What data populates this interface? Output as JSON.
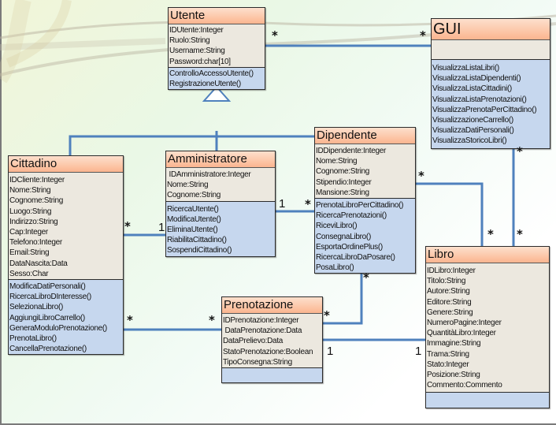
{
  "diagram": {
    "type": "UML class diagram",
    "classes": {
      "utente": {
        "name": "Utente",
        "attributes": [
          "IDUtente:Integer",
          "Ruolo:String",
          "Username:String",
          "Password:char[10]"
        ],
        "operations": [
          "ControlloAccessoUtente()",
          "RegistrazioneUtente()"
        ]
      },
      "gui": {
        "name": "GUI",
        "attributes": [],
        "operations": [
          "VisualizzaListaLibri()",
          "VisualizzaListaDipendenti()",
          "VisualizzaListaCittadini()",
          "VisualizzaListaPrenotazioni()",
          "VisualizzaPrenotaPerCittadino()",
          "VisualizzazioneCarrello()",
          "VisualizzaDatiPersonali()",
          "VisualizzaStoricoLibri()"
        ]
      },
      "cittadino": {
        "name": "Cittadino",
        "attributes": [
          "IDCliente:Integer",
          "Nome:String",
          "Cognome:String",
          "Luogo:String",
          "Indirizzo:String",
          "Cap:Integer",
          "Telefono:Integer",
          "Email:String",
          "DataNascita:Data",
          "Sesso:Char"
        ],
        "operations": [
          "ModificaDatiPersonali()",
          "RicercaLibroDInteresse()",
          "SelezionaLibro()",
          "AggiungiLibroCarrello()",
          "GeneraModuloPrenotazione()",
          "PrenotaLibro()",
          "CancellaPrenotazione()"
        ]
      },
      "amministratore": {
        "name": "Amministratore",
        "attributes": [
          " IDAmministratore:Integer",
          "Nome:String",
          "Cognome:String"
        ],
        "operations": [
          "RicercaUtente()",
          "ModificaUtente()",
          "EliminaUtente()",
          "RiabilitaCittadino()",
          "SospendiCittadino()"
        ]
      },
      "dipendente": {
        "name": "Dipendente",
        "attributes": [
          "IDDipendente:Integer",
          "Nome:String",
          "Cognome:String",
          "Stipendio:Integer",
          "Mansione:String"
        ],
        "operations": [
          "PrenotaLibroPerCittadino()",
          "RicercaPrenotazioni()",
          "RiceviLibro()",
          "ConsegnaLibro()",
          "EsportaOrdinePlus()",
          "RicercaLibroDaPosare()",
          "PosaLibro()"
        ]
      },
      "prenotazione": {
        "name": "Prenotazione",
        "attributes": [
          "IDPrenotazione:Integer",
          " DataPrenotazione:Data",
          "DataPrelievo:Data",
          "StatoPrenotazione:Boolean",
          "TipoConsegna:String"
        ],
        "operations": []
      },
      "libro": {
        "name": "Libro",
        "attributes": [
          "IDLibro:Integer",
          "Titolo:String",
          "Autore:String",
          "Editore:String",
          "Genere:String",
          "NumeroPagine:Integer",
          "QuantitàLibro:Integer",
          "Immagine:String",
          "Trama:String",
          "Stato:Integer",
          "Posizione:String",
          "Commento:Commento"
        ],
        "operations": []
      }
    },
    "associations": [
      {
        "from": "Utente",
        "to": "GUI",
        "from_mult": "*",
        "to_mult": "*"
      },
      {
        "from": "Cittadino",
        "to": "Amministratore",
        "from_mult": "*",
        "to_mult": "1"
      },
      {
        "from": "Amministratore",
        "to": "Dipendente",
        "from_mult": "1",
        "to_mult": "*"
      },
      {
        "from": "Dipendente",
        "to": "Libro",
        "from_mult": "*",
        "to_mult": "*"
      },
      {
        "from": "GUI",
        "to": "Libro",
        "from_mult": "*",
        "to_mult": "*"
      },
      {
        "from": "Cittadino",
        "to": "Prenotazione",
        "from_mult": "*",
        "to_mult": "*"
      },
      {
        "from": "Dipendente",
        "to": "Prenotazione",
        "from_mult": "*",
        "to_mult": "*"
      },
      {
        "from": "Prenotazione",
        "to": "Libro",
        "from_mult": "1",
        "to_mult": "1"
      }
    ],
    "generalizations": [
      {
        "parent": "Utente",
        "children": [
          "Cittadino",
          "Amministratore",
          "Dipendente"
        ]
      }
    ],
    "multiplicity_labels": {
      "utente_gui_left": "*",
      "utente_gui_right": "*",
      "cittadino_admin_left": "*",
      "cittadino_admin_right": "1",
      "admin_dip_left": "1",
      "admin_dip_right": "*",
      "dip_libro_left": "*",
      "dip_libro_bottom": "*",
      "gui_libro_top": "*",
      "gui_libro_bottom": "*",
      "cit_pren_left": "*",
      "cit_pren_right": "*",
      "dip_pren_top": "*",
      "dip_pren_left": "*",
      "pren_libro_left": "1",
      "pren_libro_right": "1"
    },
    "colors": {
      "header": "#fbb58f",
      "attributes": "#ece8df",
      "operations": "#c6d7ee",
      "connector": "#4f81bd"
    }
  }
}
